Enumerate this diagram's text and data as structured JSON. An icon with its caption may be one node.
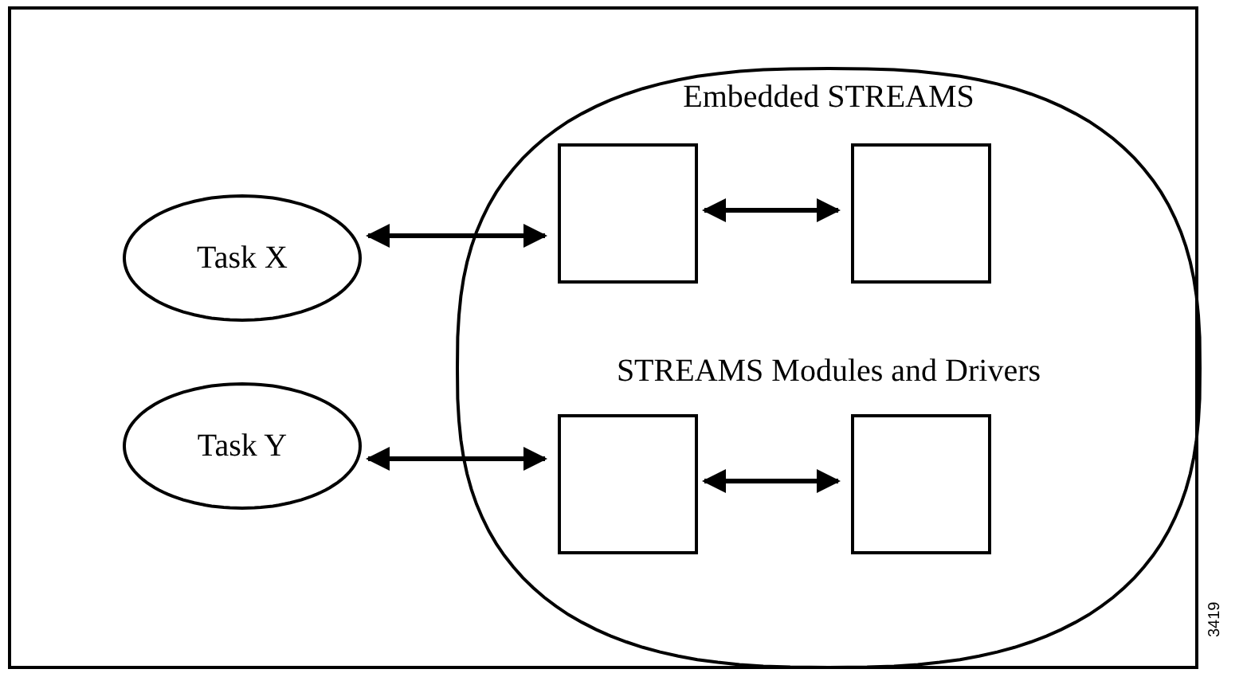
{
  "diagram": {
    "nodes": [
      {
        "text": [],
        "shape": "box"
      },
      {
        "text": [
          "Task X"
        ],
        "in": 0
      },
      {
        "text": [
          "Task Y"
        ],
        "in": 0
      },
      {
        "text": [
          "Embedded STREAMS",
          "STREAMS Modules and Drivers"
        ],
        "in": 0
      },
      {
        "text": [],
        "shape": "box",
        "in": 3
      },
      {
        "text": [],
        "shape": "box",
        "in": 3
      },
      {
        "text": [],
        "shape": "box",
        "in": 3
      },
      {
        "text": [],
        "shape": "box",
        "in": 3
      }
    ],
    "edges": [
      {
        "from": 1,
        "to": 4,
        "arrow": "both"
      },
      {
        "from": 4,
        "to": 5,
        "arrow": "both"
      },
      {
        "from": 2,
        "to": 6,
        "arrow": "both"
      },
      {
        "from": 6,
        "to": 7,
        "arrow": "both"
      }
    ],
    "labels": [
      "3419"
    ]
  }
}
